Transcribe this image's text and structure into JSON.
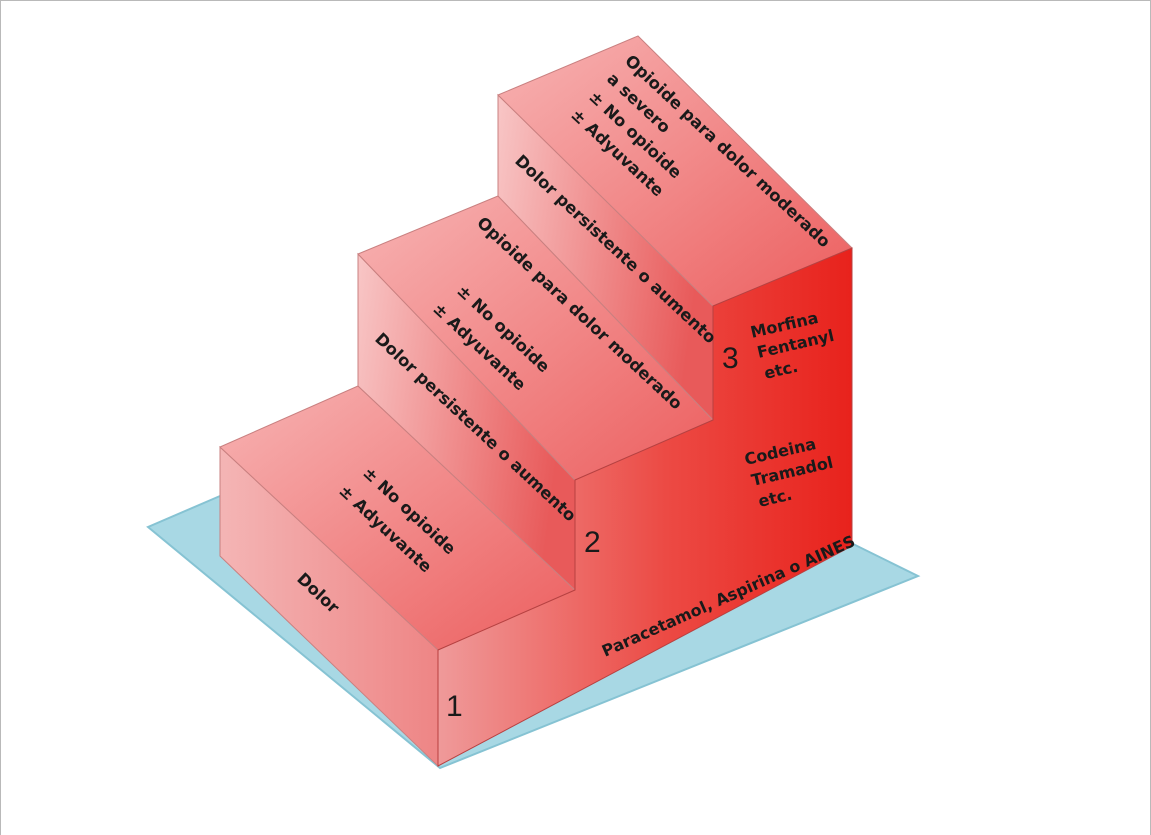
{
  "colors": {
    "base": "#a8d8e4",
    "base_edge": "#7fbccd",
    "red_light": "#f7c0c0",
    "red_mid": "#ef6f6f",
    "red_dark": "#e8221c"
  },
  "steps": [
    {
      "number": "1",
      "riser_text": [
        "Dolor"
      ],
      "tread_text": [
        "± No opioide",
        "± Adyuvante"
      ],
      "drugs": [
        "Paracetamol, Aspirina o AINES"
      ]
    },
    {
      "number": "2",
      "riser_text": [
        "Dolor persistente o aumento"
      ],
      "tread_text": [
        "Opioide para dolor moderado",
        "± No opioide",
        "± Adyuvante"
      ],
      "drugs": [
        "Codeina",
        "Tramadol",
        "etc."
      ]
    },
    {
      "number": "3",
      "riser_text": [
        "Dolor persistente o aumento"
      ],
      "tread_text": [
        "Opioide para dolor moderado",
        "a severo",
        "± No opioide",
        "± Adyuvante"
      ],
      "drugs": [
        "Morfina",
        "Fentanyl",
        "etc."
      ]
    }
  ]
}
